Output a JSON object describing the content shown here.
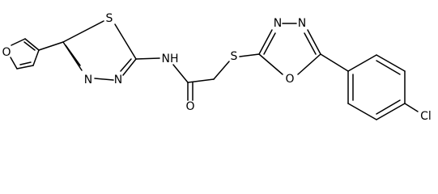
{
  "molecule": {
    "atoms": {
      "furan_o": "O",
      "thiadiazole_s": "S",
      "thiadiazole_n_a": "N",
      "thiadiazole_n_b": "N",
      "amide_nh": "NH",
      "carbonyl_o": "O",
      "thioether_s": "S",
      "oxadiazole_n_a": "N",
      "oxadiazole_n_b": "N",
      "oxadiazole_o": "O",
      "chloro": "Cl"
    }
  }
}
